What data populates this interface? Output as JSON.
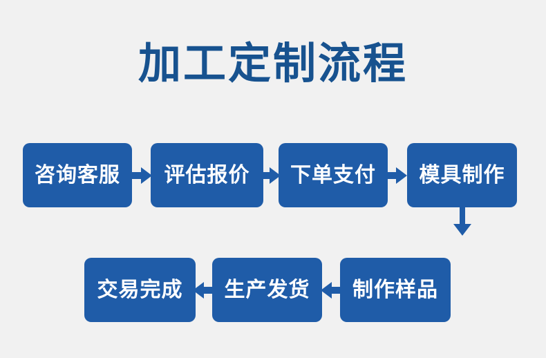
{
  "page": {
    "title": "加工定制流程",
    "background_color": "#f1f1f1",
    "title_color": "#17528f",
    "box_color": "#1f5ca8",
    "box_text_color": "#ffffff",
    "arrow_color": "#1f5ca8"
  },
  "flow": {
    "row1": [
      {
        "label": "咨询客服",
        "step": "1"
      },
      {
        "label": "评估报价",
        "step": "2"
      },
      {
        "label": "下单支付",
        "step": "3"
      },
      {
        "label": "模具制作",
        "step": "4"
      }
    ],
    "row2": [
      {
        "label": "制作样品",
        "step": "5"
      },
      {
        "label": "生产发货",
        "step": "6"
      },
      {
        "label": "交易完成",
        "step": "7"
      }
    ],
    "connectors": [
      {
        "name": "arrow-right-1",
        "direction": "right",
        "from": "咨询客服",
        "to": "评估报价"
      },
      {
        "name": "arrow-right-2",
        "direction": "right",
        "from": "评估报价",
        "to": "下单支付"
      },
      {
        "name": "arrow-right-3",
        "direction": "right",
        "from": "下单支付",
        "to": "模具制作"
      },
      {
        "name": "arrow-down-1",
        "direction": "down",
        "from": "模具制作",
        "to": "制作样品"
      },
      {
        "name": "arrow-left-1",
        "direction": "left",
        "from": "制作样品",
        "to": "生产发货"
      },
      {
        "name": "arrow-left-2",
        "direction": "left",
        "from": "生产发货",
        "to": "交易完成"
      }
    ]
  }
}
